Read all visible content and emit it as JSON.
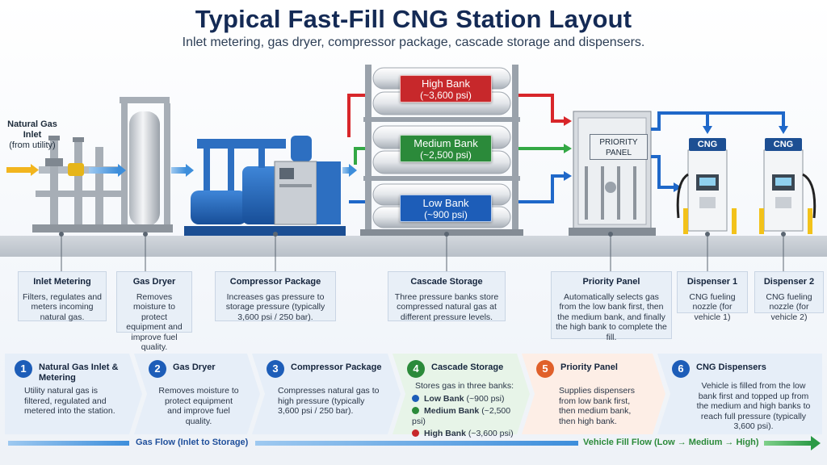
{
  "header": {
    "title": "Typical Fast-Fill CNG Station Layout",
    "subtitle": "Inlet metering, gas dryer, compressor package, cascade storage and dispensers."
  },
  "inlet": {
    "title": "Natural Gas Inlet",
    "sub": "(from utility)"
  },
  "banks": {
    "high": {
      "name": "High Bank",
      "pressure": "(~3,600 psi)",
      "color": "#c7282b"
    },
    "medium": {
      "name": "Medium Bank",
      "pressure": "(~2,500 psi)",
      "color": "#2b8a3a"
    },
    "low": {
      "name": "Low Bank",
      "pressure": "(~900 psi)",
      "color": "#1d5db8"
    }
  },
  "priority_panel_label": "PRIORITY PANEL",
  "cng_sign": "CNG",
  "callouts": [
    {
      "title": "Inlet Metering",
      "text": "Filters, regulates and meters incoming natural gas."
    },
    {
      "title": "Gas Dryer",
      "text": "Removes moisture to protect equipment and improve fuel quality."
    },
    {
      "title": "Compressor Package",
      "text": "Increases gas pressure to storage pressure (typically 3,600 psi / 250 bar)."
    },
    {
      "title": "Cascade Storage",
      "text": "Three pressure banks store compressed natural gas at different pressure levels."
    },
    {
      "title": "Priority Panel",
      "text": "Automatically selects gas from the low bank first, then the medium bank, and finally the high bank to complete the fill."
    },
    {
      "title": "Dispenser 1",
      "text": "CNG fueling nozzle (for vehicle 1)"
    },
    {
      "title": "Dispenser 2",
      "text": "CNG fueling nozzle (for vehicle 2)"
    }
  ],
  "steps": [
    {
      "num": "1",
      "title": "Natural Gas Inlet & Metering",
      "text": "Utility natural gas is filtered, regulated and metered into the station.",
      "color": "#1d5db8"
    },
    {
      "num": "2",
      "title": "Gas Dryer",
      "text": "Removes moisture to protect equipment and improve fuel quality.",
      "color": "#1d5db8"
    },
    {
      "num": "3",
      "title": "Compressor Package",
      "text": "Compresses natural gas to high pressure (typically 3,600 psi / 250 bar).",
      "color": "#1d5db8"
    },
    {
      "num": "4",
      "title": "Cascade Storage",
      "text": "Stores gas in three banks:",
      "color": "#2b8a3a"
    },
    {
      "num": "5",
      "title": "Priority Panel",
      "text": "Supplies dispensers from low bank first, then medium bank, then high bank.",
      "color": "#e0602a"
    },
    {
      "num": "6",
      "title": "CNG Dispensers",
      "text": "Vehicle is filled from the low bank first and topped up from the medium and high banks to reach full pressure (typically 3,600 psi).",
      "color": "#1d5db8"
    }
  ],
  "step4_banks": [
    {
      "name": "Low Bank",
      "pressure": "(~900 psi)",
      "color": "#1d5db8"
    },
    {
      "name": "Medium Bank",
      "pressure": "(~2,500 psi)",
      "color": "#2b8a3a"
    },
    {
      "name": "High Bank",
      "pressure": "(~3,600 psi)",
      "color": "#c7282b"
    }
  ],
  "flows": {
    "gas": "Gas Flow (Inlet to Storage)",
    "vehicle": "Vehicle Fill Flow (Low → Medium → High)"
  }
}
